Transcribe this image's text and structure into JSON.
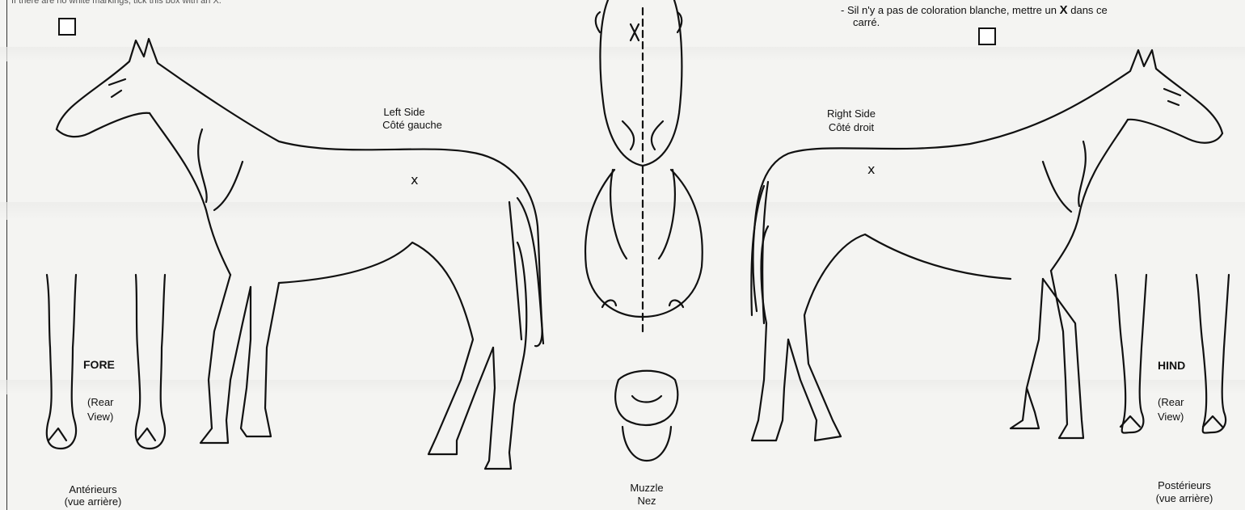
{
  "instructions": {
    "top_left": "If there are no white markings, tick this box with an X.",
    "top_right_line1": "- Sil n'y a pas de coloration blanche, mettre un",
    "top_right_x": "X",
    "top_right_line1_end": "dans ce",
    "top_right_line2": "carré."
  },
  "left_side": {
    "line1": "Left Side",
    "line2": "Côté gauche",
    "mark": "x"
  },
  "right_side": {
    "line1": "Right Side",
    "line2": "Côté droit",
    "mark": "x"
  },
  "fore": {
    "title": "FORE",
    "view1": "(Rear",
    "view2": "View)",
    "caption1": "Antérieurs",
    "caption2": "(vue arrière)"
  },
  "hind": {
    "title": "HIND",
    "view1": "(Rear",
    "view2": "View)",
    "caption1": "Postérieurs",
    "caption2": "(vue arrière)"
  },
  "muzzle": {
    "line1": "Muzzle",
    "line2": "Nez"
  },
  "colors": {
    "ink": "#111111",
    "paper": "#f4f4f2"
  }
}
